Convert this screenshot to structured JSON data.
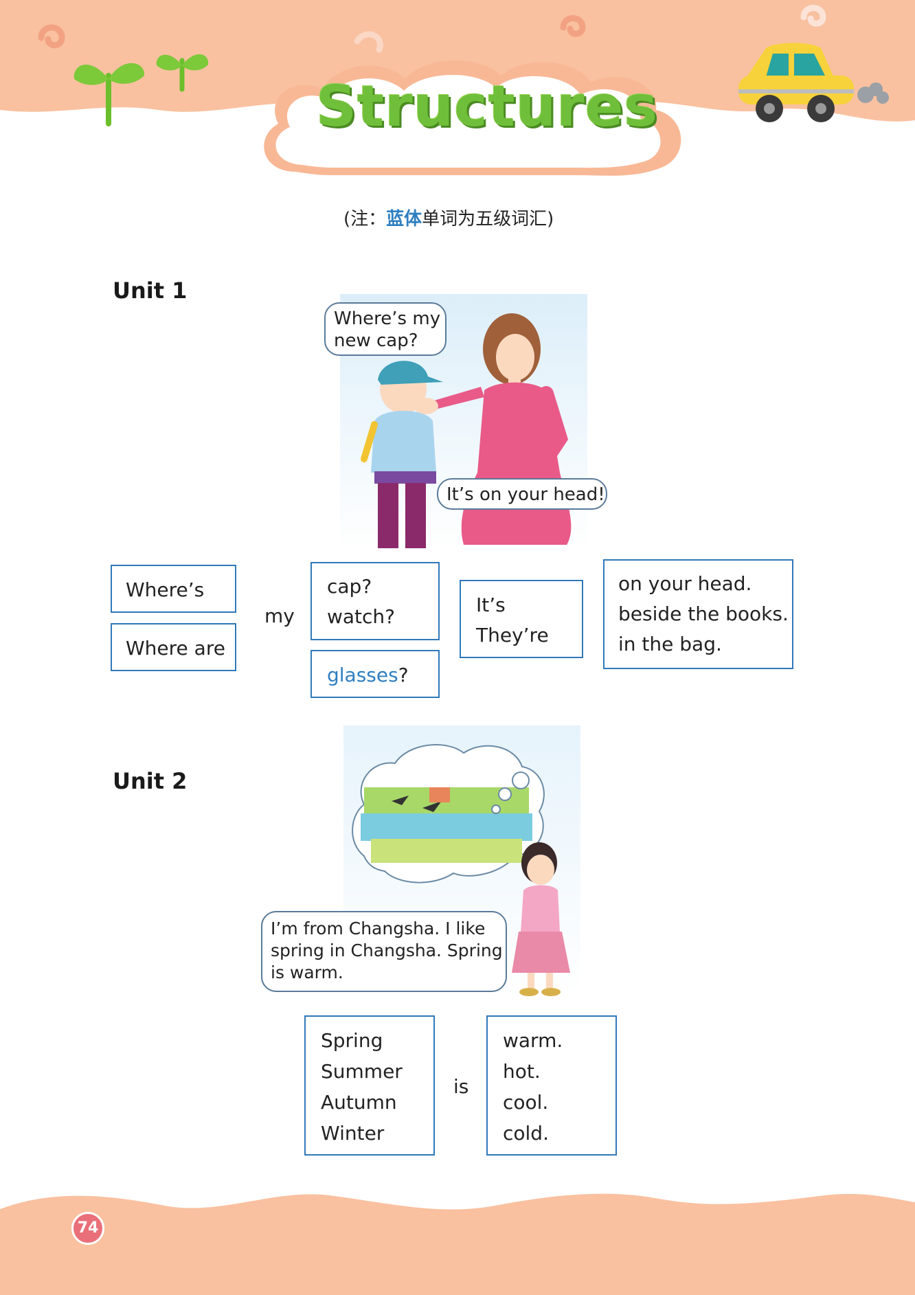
{
  "header": {
    "title": "Structures"
  },
  "note": {
    "open": "(注：",
    "highlight": "蓝体",
    "rest": "单词为五级词汇)"
  },
  "unit1": {
    "heading": "Unit 1",
    "bubble_top": [
      "Where’s my",
      "new cap?"
    ],
    "bubble_bottom": "It’s on your head!",
    "box_wheres": "Where’s",
    "box_where_are": "Where are",
    "connector_my": "my",
    "box_cap_watch": [
      "cap?",
      "watch?"
    ],
    "box_glasses": {
      "word": "glasses",
      "mark": "?"
    },
    "box_its_theyre": [
      "It’s",
      "They’re"
    ],
    "box_locations": [
      "on your head.",
      "beside the books.",
      "in the bag."
    ]
  },
  "unit2": {
    "heading": "Unit 2",
    "bubble": [
      "I’m from Changsha. I like",
      "spring in Changsha. Spring",
      "is warm."
    ],
    "box_seasons": [
      "Spring",
      "Summer",
      "Autumn",
      "Winter"
    ],
    "connector_is": "is",
    "box_weather": [
      "warm.",
      "hot.",
      "cool.",
      "cold."
    ]
  },
  "footer": {
    "page_number": "74"
  },
  "colors": {
    "peach": "#f9c1a0",
    "box_border": "#2f78b8",
    "vocab_blue": "#2f7fc0",
    "page_badge": "#e9707a"
  }
}
